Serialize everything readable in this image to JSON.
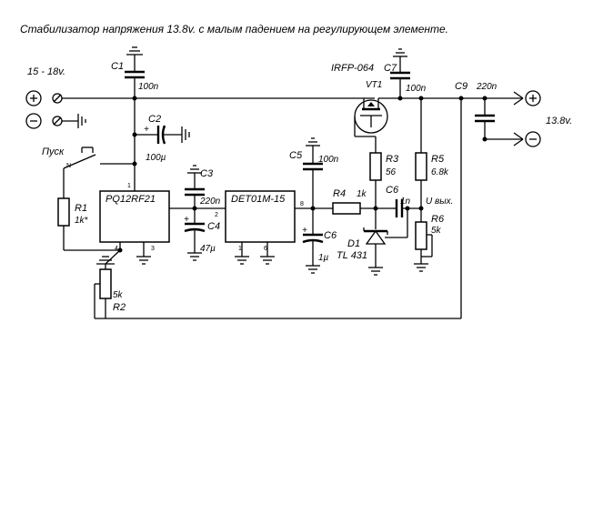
{
  "title": "Стабилизатор напряжения 13.8v.  с малым падением на регулирующем элементе.",
  "input_label": "15 - 18v.",
  "output_label": "13.8v.",
  "start_button_label": "Пуск",
  "terminals": {
    "plus": "+",
    "minus": "−"
  },
  "ics": {
    "u1": "PQ12RF21",
    "u2": "DET01M-15"
  },
  "pins": {
    "u1_pin1": "1",
    "u1_pin2": "2",
    "u1_pin3": "3",
    "u1_pin4": "4",
    "u2_pin1": "1",
    "u2_pin6": "6",
    "u2_pin8": "8",
    "sw_pin": "N"
  },
  "components": {
    "c1": {
      "ref": "C1",
      "value": "100n"
    },
    "c2": {
      "ref": "C2",
      "value": "100µ"
    },
    "c3": {
      "ref": "C3",
      "value": "220n"
    },
    "c4": {
      "ref": "C4",
      "value": "47µ"
    },
    "c5": {
      "ref": "C5",
      "value": "100n"
    },
    "c6a": {
      "ref": "C6",
      "value": "1n"
    },
    "c6b": {
      "ref": "C6",
      "value": "1µ"
    },
    "c7": {
      "ref": "C7",
      "value": "100n"
    },
    "c9": {
      "ref": "C9",
      "value": "220n"
    },
    "r1": {
      "ref": "R1",
      "value": "1k*"
    },
    "r2": {
      "ref": "R2",
      "value": "5k"
    },
    "r3": {
      "ref": "R3",
      "value": "56"
    },
    "r4": {
      "ref": "R4",
      "value": "1k"
    },
    "r5": {
      "ref": "R5",
      "value": "6.8k"
    },
    "r6": {
      "ref": "R6",
      "value": "5k"
    },
    "d1": {
      "ref": "D1",
      "value": "TL 431"
    },
    "vt1": {
      "ref": "VT1",
      "value": "IRFP-064"
    }
  },
  "uout_label": "U вых."
}
